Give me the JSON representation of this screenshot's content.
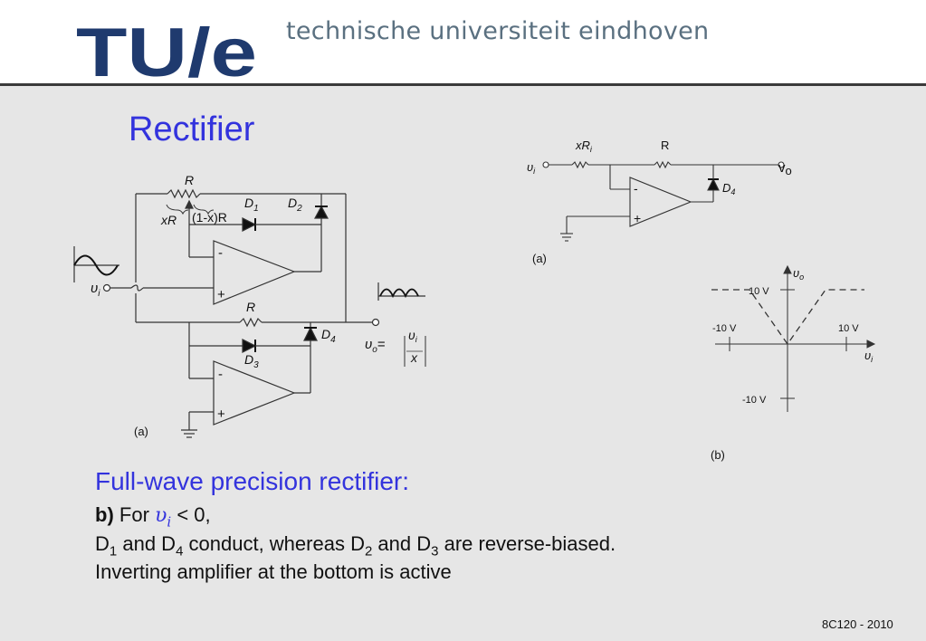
{
  "header": {
    "logo_text": "TU/e",
    "university_name": "technische universiteit eindhoven"
  },
  "slide": {
    "title": "Rectifier",
    "subtitle": "Full-wave precision rectifier:",
    "case_label": "b)",
    "case_for": "For",
    "case_cond": "< 0,",
    "line2_d1": "D",
    "line2_d1_sub": "1",
    "line2_and1": " and D",
    "line2_d4_sub": "4",
    "line2_mid": " conduct, whereas D",
    "line2_d2_sub": "2",
    "line2_and2": " and D",
    "line2_d3_sub": "3",
    "line2_end": " are reverse-biased.",
    "line3": "Inverting amplifier at the bottom is active",
    "footer": "8C120 - 2010"
  },
  "figure_main": {
    "label_R_top": "R",
    "label_xR": "xR",
    "label_1mxR": "(1-x)R",
    "label_D1": "D",
    "label_D1_sub": "1",
    "label_D2": "D",
    "label_D2_sub": "2",
    "label_R_mid": "R",
    "label_D3": "D",
    "label_D3_sub": "3",
    "label_D4": "D",
    "label_D4_sub": "4",
    "label_minus": "-",
    "label_plus": "+",
    "label_vi": "υ",
    "label_vi_sub": "i",
    "label_vo": "υ",
    "label_vo_sub": "o",
    "label_eq": "=",
    "label_frac_x": "x",
    "label_a": "(a)"
  },
  "figure_small": {
    "label_xRi": "xR",
    "label_xRi_sub": "i",
    "label_R": "R",
    "label_vi": "υ",
    "label_vi_sub": "i",
    "label_vo": "v",
    "label_vo_sub": "o",
    "label_D4": "D",
    "label_D4_sub": "4",
    "label_minus": "-",
    "label_plus": "+",
    "label_a": "(a)"
  },
  "figure_transfer": {
    "label_vo": "υ",
    "label_vo_sub": "o",
    "label_vi": "υ",
    "label_vi_sub": "i",
    "tick_top": "10 V",
    "tick_left": "-10 V",
    "tick_right": "10 V",
    "tick_bottom": "-10 V",
    "label_b": "(b)"
  }
}
